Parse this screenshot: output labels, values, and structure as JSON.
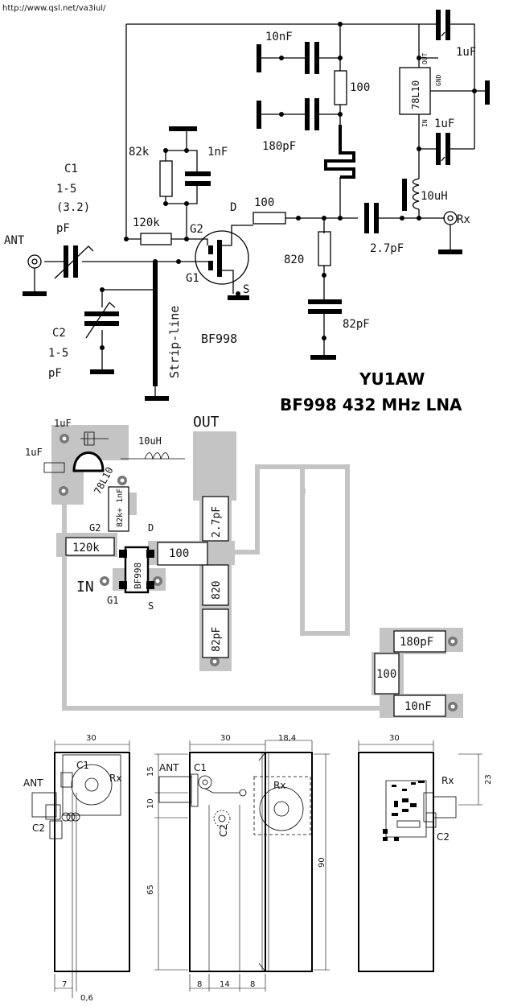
{
  "url": "http://www.qsl.net/va3iul/",
  "title": {
    "author": "YU1AW",
    "subtitle": "BF998 432 MHz LNA"
  },
  "schematic": {
    "ant": "ANT",
    "rx": "Rx",
    "c1": [
      "C1",
      "1-5",
      "(3.2)",
      "pF"
    ],
    "c2": [
      "C2",
      "1-5",
      "pF"
    ],
    "r_120k": "120k",
    "r_82k": "82k",
    "c_1nf": "1nF",
    "g2": "G2",
    "g1": "G1",
    "d": "D",
    "s": "S",
    "transistor": "BF998",
    "strip_line": "Strip-line",
    "r_100_drain": "100",
    "r_820": "820",
    "c_82pf": "82pF",
    "c_2_7pf": "2.7pF",
    "l_10uh": "10uH",
    "c_10nf": "10nF",
    "c_180pf": "180pF",
    "r_100_supply": "100",
    "reg": "78L10",
    "reg_out": "OUT",
    "reg_gnd": "GND",
    "reg_in": "IN",
    "c_1uf_top": "1uF",
    "c_1uf_bottom": "1uF"
  },
  "pcb": {
    "c_1uf_a": "1uF",
    "c_1uf_b": "1uF",
    "l_10uh": "10uH",
    "out": "OUT",
    "reg": "78L10",
    "r_82k_1nf": "82k+ 1nF",
    "g2": "G2",
    "d": "D",
    "r_120k": "120k",
    "r_100": "100",
    "c_2_7pf": "2.7pF",
    "in": "IN",
    "transistor": "BF998",
    "g1": "G1",
    "s": "S",
    "r_820": "820",
    "c_82pf": "82pF",
    "c_180pf": "180pF",
    "r_100_b": "100",
    "c_10nf": "10nF"
  },
  "mechanical": {
    "view1": {
      "width": "30",
      "ant": "ANT",
      "c1": "C1",
      "rx": "Rx",
      "c2": "C2",
      "w_7": "7",
      "w_06": "0,6"
    },
    "view2": {
      "width": "30",
      "depth": "18,4",
      "ant": "ANT",
      "c1": "C1",
      "c2": "C2",
      "rx": "Rx",
      "h_15": "15",
      "h_10": "10",
      "h_65": "65",
      "h_90": "90",
      "w_8a": "8",
      "w_14": "14",
      "w_8b": "8"
    },
    "view3": {
      "width": "30",
      "rx": "Rx",
      "c2": "C2",
      "h_23": "23"
    }
  },
  "colors": {
    "ink": "#000000",
    "copper": "#c4c4c4",
    "background": "#ffffff"
  }
}
